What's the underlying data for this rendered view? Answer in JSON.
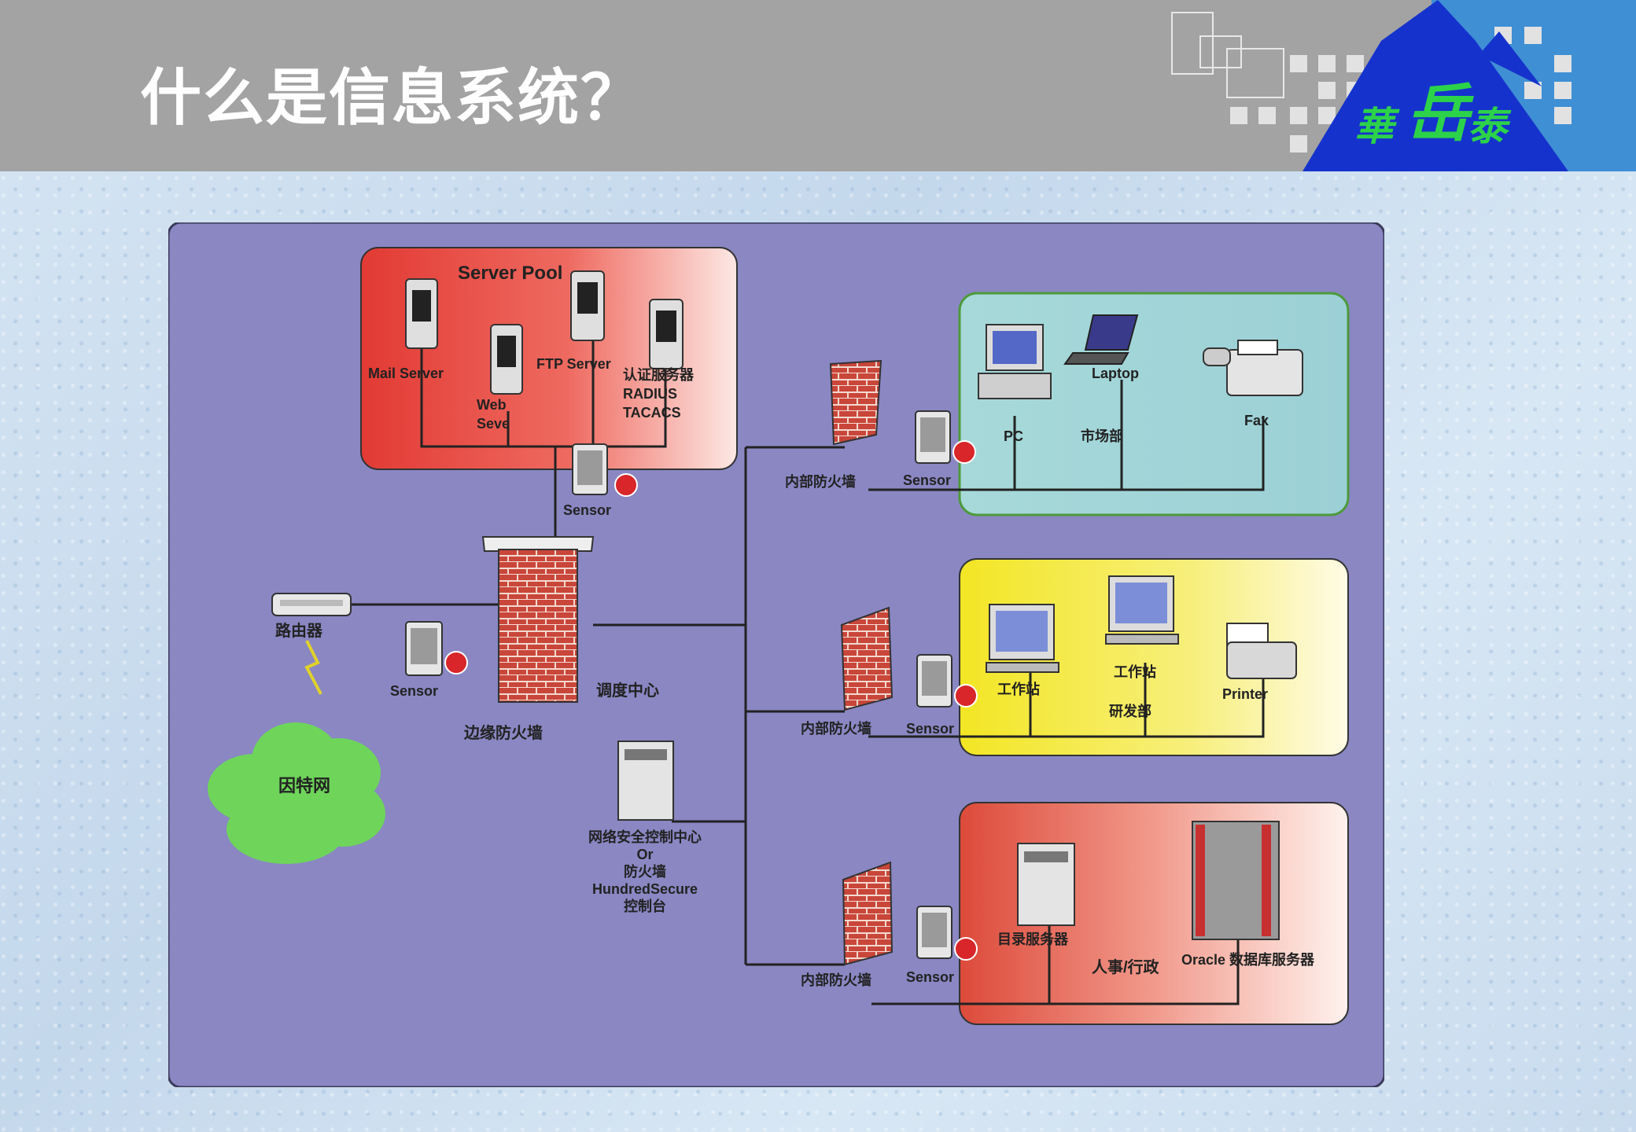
{
  "slide": {
    "title": "什么是信息系统？",
    "logo_text": [
      "華",
      "岳",
      "泰"
    ]
  },
  "diagram": {
    "server_pool": {
      "title": "Server Pool",
      "servers": [
        "Mail Server",
        "Web\nSeve",
        "FTP Server",
        "认证服务器\nRADIUS\nTACACS"
      ],
      "sensor": "Sensor"
    },
    "edge": {
      "router": "路由器",
      "internet": "因特网",
      "sensor": "Sensor",
      "firewall": "边缘防火墙",
      "dispatch_center": "调度中心"
    },
    "control_center": {
      "label_lines": [
        "网络安全控制中心",
        "Or",
        "防火墙",
        "HundredSecure",
        "控制台"
      ]
    },
    "branches": [
      {
        "firewall": "内部防火墙",
        "sensor": "Sensor",
        "dept": "市场部",
        "devices": [
          "PC",
          "Laptop",
          "Fax"
        ]
      },
      {
        "firewall": "内部防火墙",
        "sensor": "Sensor",
        "dept": "研发部",
        "devices": [
          "工作站",
          "工作站",
          "Printer"
        ]
      },
      {
        "firewall": "内部防火墙",
        "sensor": "Sensor",
        "dept": "人事/行政",
        "devices": [
          "目录服务器",
          "Oracle 数据库服务器"
        ]
      }
    ]
  },
  "colors": {
    "header_bg": "#a3a3a3",
    "diagram_bg": "#8a87c3",
    "server_zone": "#e8453f",
    "zone_cyan": "#9fd3d6",
    "zone_yellow": "#f0e53a",
    "zone_red": "#e05846",
    "logo_blue": "#1533cc",
    "logo_green": "#2cd24a"
  }
}
